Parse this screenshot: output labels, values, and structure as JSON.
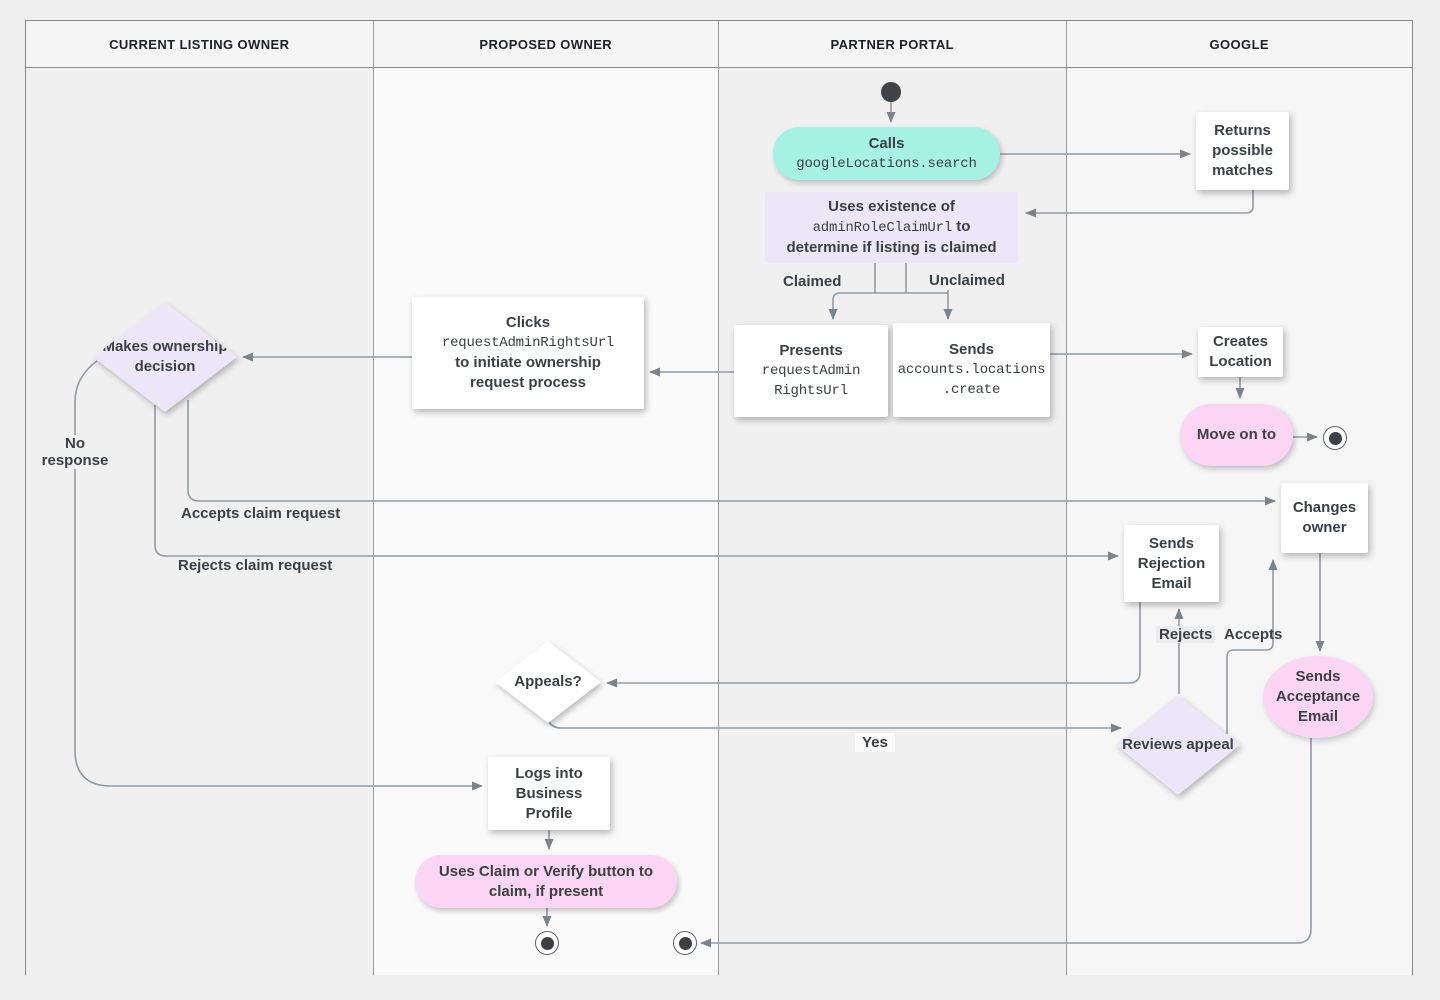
{
  "header": {
    "lanes": [
      "CURRENT LISTING OWNER",
      "PROPOSED OWNER",
      "PARTNER PORTAL",
      "GOOGLE"
    ]
  },
  "nodes": {
    "calls": {
      "title": "Calls",
      "code": "googleLocations.search"
    },
    "returns_matches": {
      "label": "Returns possible matches"
    },
    "uses_existence": {
      "line1": "Uses existence of",
      "code": "adminRoleClaimUrl",
      "line2_suffix": " to",
      "line3": "determine if listing is claimed"
    },
    "presents": {
      "title": "Presents",
      "code_line1": "requestAdmin",
      "code_line2": "RightsUrl"
    },
    "sends_create": {
      "title": "Sends",
      "code_line1": "accounts.locations",
      "code_line2": ".create"
    },
    "creates_location": {
      "label": "Creates Location"
    },
    "move_on": {
      "label": "Move on to"
    },
    "clicks": {
      "title": "Clicks",
      "code": "requestAdminRightsUrl",
      "line2": "to initiate ownership",
      "line3": "request process"
    },
    "decision": {
      "label": "Makes ownership decision"
    },
    "changes_owner": {
      "label": "Changes owner"
    },
    "sends_rejection": {
      "label": "Sends Rejection Email"
    },
    "appeals": {
      "label": "Appeals?"
    },
    "reviews_appeal": {
      "label": "Reviews appeal"
    },
    "sends_acceptance": {
      "label": "Sends Acceptance Email"
    },
    "logs_in": {
      "label": "Logs into Business Profile"
    },
    "claim_verify": {
      "label": "Uses Claim or Verify button to claim, if present"
    }
  },
  "edge_labels": {
    "claimed": "Claimed",
    "unclaimed": "Unclaimed",
    "no_response": "No response",
    "accepts_claim": "Accepts claim request",
    "rejects_claim": "Rejects claim request",
    "rejects": "Rejects",
    "accepts": "Accepts",
    "yes": "Yes"
  },
  "colors": {
    "teal": "#a5f2e4",
    "pink": "#fbd6f4",
    "lavender": "#ebe7f8",
    "node_text": "#3c4043",
    "connector": "#939aa0",
    "arrowhead": "#7d838a"
  }
}
